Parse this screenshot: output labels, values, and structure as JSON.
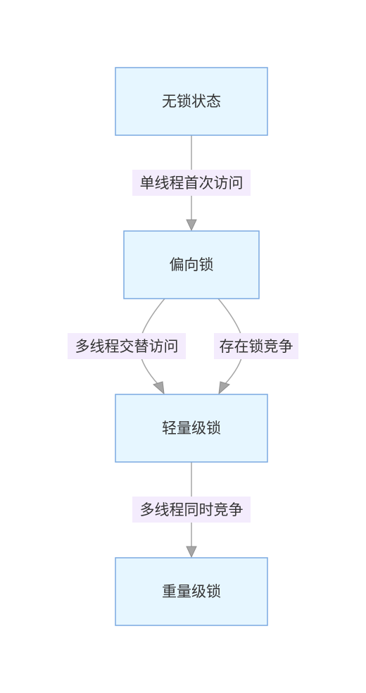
{
  "nodes": {
    "no_lock": "无锁状态",
    "biased_lock": "偏向锁",
    "lightweight_lock": "轻量级锁",
    "heavyweight_lock": "重量级锁"
  },
  "edges": {
    "single_thread_first_access": "单线程首次访问",
    "multi_thread_alternate_access": "多线程交替访问",
    "lock_contention_exists": "存在锁竞争",
    "multi_thread_simultaneous_contention": "多线程同时竞争"
  },
  "colors": {
    "node_fill": "#e6f6ff",
    "node_border": "#7aa9e0",
    "edge_line": "#a6a6a6",
    "label_background": "#f4ecfd",
    "text": "#333333"
  }
}
